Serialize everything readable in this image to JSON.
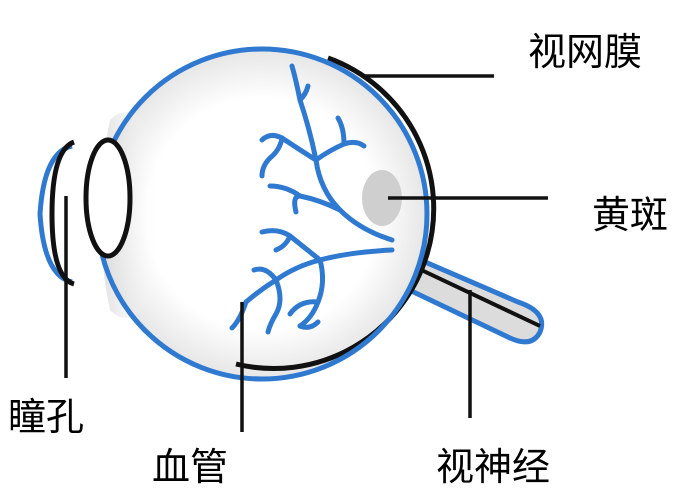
{
  "labels": {
    "retina": "视网膜",
    "macula": "黄斑",
    "pupil": "瞳孔",
    "blood_vessel": "血管",
    "optic_nerve": "视神经"
  },
  "colors": {
    "outline_blue": "#2f7ad0",
    "shading_gray": "#dcdcdc",
    "macula_gray": "#cfcfcf",
    "line_black": "#111111",
    "background": "#ffffff"
  }
}
